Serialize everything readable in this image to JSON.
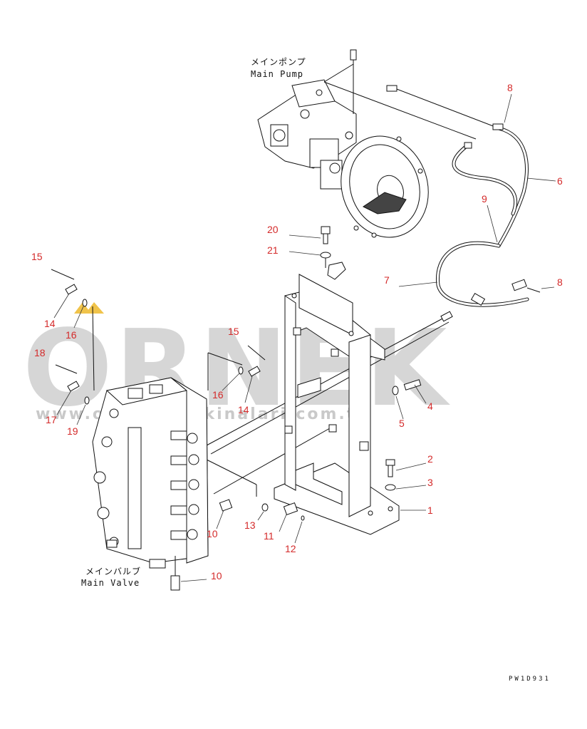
{
  "labels": {
    "pump_jp": "メインポンプ",
    "pump_en": "Main Pump",
    "valve_jp": "メインバルブ",
    "valve_en": "Main Valve",
    "drawing_code": "PW1D931"
  },
  "watermark": {
    "brand": "ORNEK",
    "url": "www.ornekismakinalari.com.tr"
  },
  "callouts": [
    {
      "id": "c-8a",
      "text": "8"
    },
    {
      "id": "c-6",
      "text": "6"
    },
    {
      "id": "c-9",
      "text": "9"
    },
    {
      "id": "c-20",
      "text": "20"
    },
    {
      "id": "c-21",
      "text": "21"
    },
    {
      "id": "c-7",
      "text": "7"
    },
    {
      "id": "c-8b",
      "text": "8"
    },
    {
      "id": "c-15a",
      "text": "15"
    },
    {
      "id": "c-14a",
      "text": "14"
    },
    {
      "id": "c-16a",
      "text": "16"
    },
    {
      "id": "c-18",
      "text": "18"
    },
    {
      "id": "c-17",
      "text": "17"
    },
    {
      "id": "c-19",
      "text": "19"
    },
    {
      "id": "c-15b",
      "text": "15"
    },
    {
      "id": "c-16b",
      "text": "16"
    },
    {
      "id": "c-14b",
      "text": "14"
    },
    {
      "id": "c-4",
      "text": "4"
    },
    {
      "id": "c-5",
      "text": "5"
    },
    {
      "id": "c-2",
      "text": "2"
    },
    {
      "id": "c-3",
      "text": "3"
    },
    {
      "id": "c-1",
      "text": "1"
    },
    {
      "id": "c-10a",
      "text": "10"
    },
    {
      "id": "c-13",
      "text": "13"
    },
    {
      "id": "c-11",
      "text": "11"
    },
    {
      "id": "c-12",
      "text": "12"
    },
    {
      "id": "c-10b",
      "text": "10"
    }
  ],
  "colors": {
    "callout": "#d42a2a",
    "line": "#111111",
    "watermark": "#d6d6d6",
    "watermark_accent": "#f0c34a"
  }
}
